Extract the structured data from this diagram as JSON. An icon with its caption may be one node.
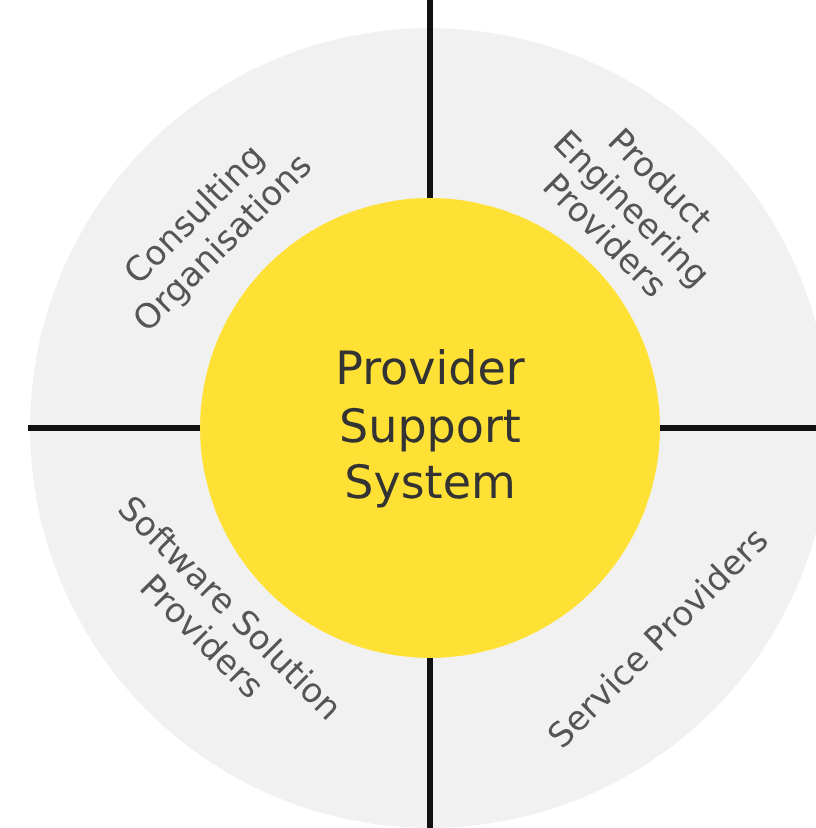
{
  "diagram": {
    "nodes": [
      {
        "text": [
          "Provider Support System"
        ]
      },
      {
        "text": [
          "Consulting Organisations"
        ]
      },
      {
        "text": [
          "Product Engineering Providers"
        ]
      },
      {
        "text": [
          "Software Solution Providers"
        ]
      },
      {
        "text": [
          "Service Providers"
        ]
      }
    ]
  }
}
